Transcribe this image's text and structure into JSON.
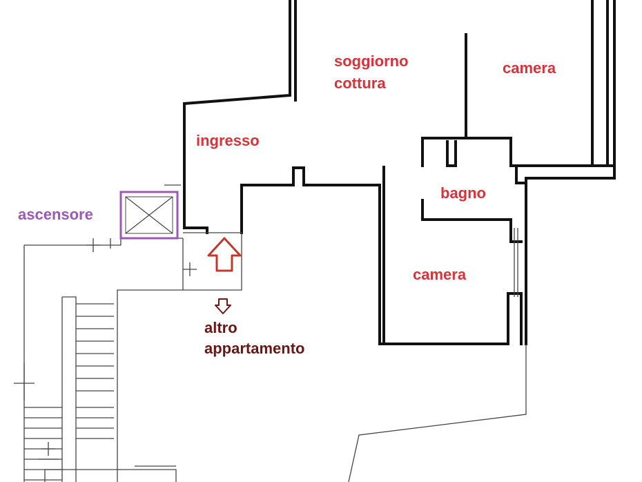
{
  "colors": {
    "room_label": "#d8333a",
    "elevator_label": "#9b59b6",
    "elevator_box": "#9b59b6",
    "arrow_entry": "#c0392b",
    "arrow_other": "#6b1515",
    "other_apartment_label": "#6b1515",
    "wall": "#111111",
    "thin_line": "#333333"
  },
  "labels": {
    "soggiorno_line1": "soggiorno",
    "soggiorno_line2": "cottura",
    "camera_top": "camera",
    "ingresso": "ingresso",
    "bagno": "bagno",
    "camera_bottom": "camera",
    "ascensore": "ascensore",
    "altro_line1": "altro",
    "altro_line2": "appartamento"
  },
  "icons": {
    "entry_arrow": "arrow-up-outline-icon",
    "other_arrow": "arrow-down-outline-icon",
    "elevator": "elevator-cross-icon"
  }
}
